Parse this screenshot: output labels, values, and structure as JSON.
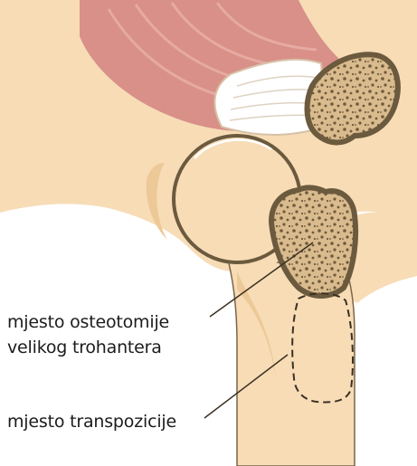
{
  "labels": {
    "osteotomy_line1": "mjesto osteotomije",
    "osteotomy_line2": "velikog trohantera",
    "transposition": "mjesto transpozicije"
  },
  "colors": {
    "skin": "#f7dcb6",
    "skin_shadow": "#ecc996",
    "muscle": "#d89088",
    "muscle_light": "#e6aaa2",
    "tendon": "#ffffff",
    "bone_edge": "#6b5a3e",
    "bone_fill": "#d9bb8e",
    "bone_pores": "#6f5a3b",
    "outline": "#55462f",
    "text": "#1c1c1c"
  }
}
